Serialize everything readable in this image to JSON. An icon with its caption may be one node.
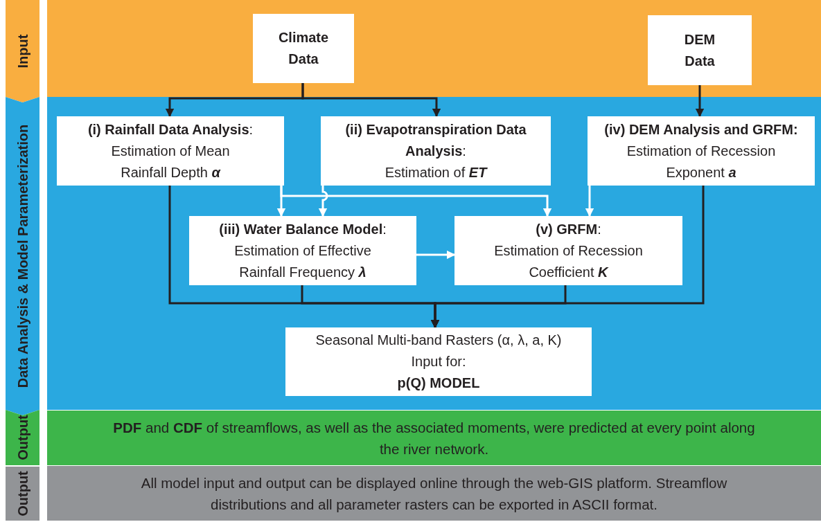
{
  "diagram": {
    "nodes": [
      {
        "text": [
          "Input"
        ]
      },
      {
        "text": [
          "Climate Data"
        ]
      },
      {
        "text": [
          "DEM Data"
        ]
      },
      {
        "text": [
          "Data Analysis & Model Parameterization"
        ]
      },
      {
        "text": [
          "**(i) Rainfall Data Analysis**:",
          "Estimation of Mean Rainfall Depth **α**"
        ]
      },
      {
        "text": [
          "**(ii) Evapotranspiration Data Analysis**:",
          "Estimation of **ET**"
        ]
      },
      {
        "text": [
          "**(iv) DEM Analysis and GRFM:**",
          "Estimation of Recession Exponent **a**"
        ]
      },
      {
        "text": [
          "**(iii) Water Balance Model**:",
          "Estimation of Effective Rainfall Frequency **λ**"
        ]
      },
      {
        "text": [
          "**(v) GRFM**:",
          "Estimation of Recession Coefficient **K**"
        ]
      },
      {
        "text": [
          "Seasonal Multi-band Rasters (α, λ, a, K) Input for:",
          "p(Q) MODEL"
        ]
      },
      {
        "text": [
          "Output"
        ]
      },
      {
        "text": [
          "**PDF** and **CDF** of streamflows, as well as the associated moments, were predicted at every point along the river network."
        ]
      },
      {
        "text": [
          "Output"
        ]
      },
      {
        "text": [
          "All model input and output can be displayed online through the web-GIS platform. Streamflow distributions and all parameter rasters can be exported in ASCII format."
        ]
      }
    ],
    "edges": [
      {
        "from": 1,
        "to": 4,
        "arrow": "to"
      },
      {
        "from": 1,
        "to": 5,
        "arrow": "to"
      },
      {
        "from": 2,
        "to": 6,
        "arrow": "to"
      },
      {
        "from": 4,
        "to": 7,
        "arrow": "to",
        "color": "#ffffff"
      },
      {
        "from": 4,
        "to": 8,
        "arrow": "to",
        "color": "#ffffff"
      },
      {
        "from": 5,
        "to": 7,
        "arrow": "to",
        "color": "#ffffff"
      },
      {
        "from": 6,
        "to": 8,
        "arrow": "to",
        "color": "#ffffff"
      },
      {
        "from": 7,
        "to": 8,
        "arrow": "to",
        "color": "#ffffff"
      },
      {
        "from": 4,
        "to": 9,
        "arrow": "to"
      },
      {
        "from": 7,
        "to": 9,
        "arrow": "to"
      },
      {
        "from": 8,
        "to": 9,
        "arrow": "to"
      },
      {
        "from": 6,
        "to": 9,
        "arrow": "to"
      }
    ]
  }
}
